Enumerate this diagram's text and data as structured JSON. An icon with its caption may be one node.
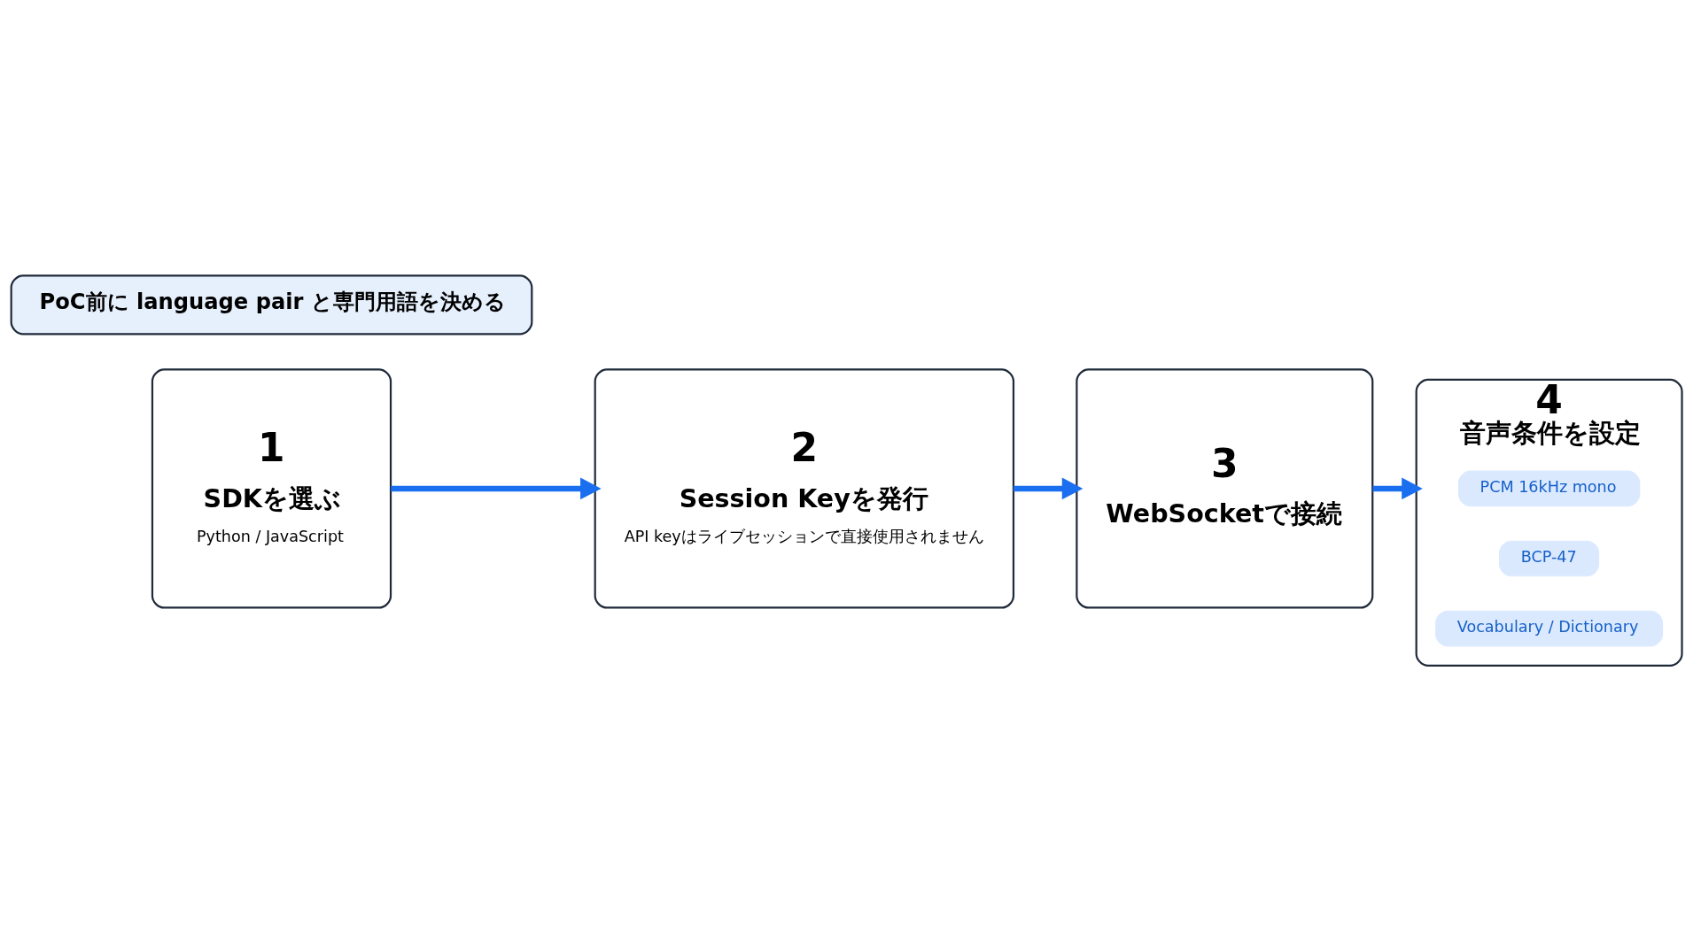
{
  "diagram": {
    "nodes": [
      {
        "text": [
          "1",
          "SDKを選ぶ",
          "Python / JavaScript"
        ]
      },
      {
        "text": [
          "2",
          "Session Keyを発行",
          "API keyはライブセッションで直接使用されません"
        ]
      },
      {
        "text": [
          "3",
          "WebSocketで接続"
        ]
      },
      {
        "text": [
          "4",
          "音声条件を設定"
        ]
      },
      {
        "text": [
          "PCM 16kHz mono"
        ],
        "in": 3
      },
      {
        "text": [
          "BCP-47"
        ],
        "in": 3
      },
      {
        "text": [
          "Vocabulary / Dictionary"
        ],
        "in": 3
      },
      {
        "text": [
          "PoC前に language pair と専門用語を決める"
        ]
      }
    ],
    "edges": [
      {
        "from": 0,
        "to": 1,
        "arrow": "to"
      },
      {
        "from": 1,
        "to": 2,
        "arrow": "to"
      },
      {
        "from": 2,
        "to": 3,
        "arrow": "to"
      }
    ]
  }
}
